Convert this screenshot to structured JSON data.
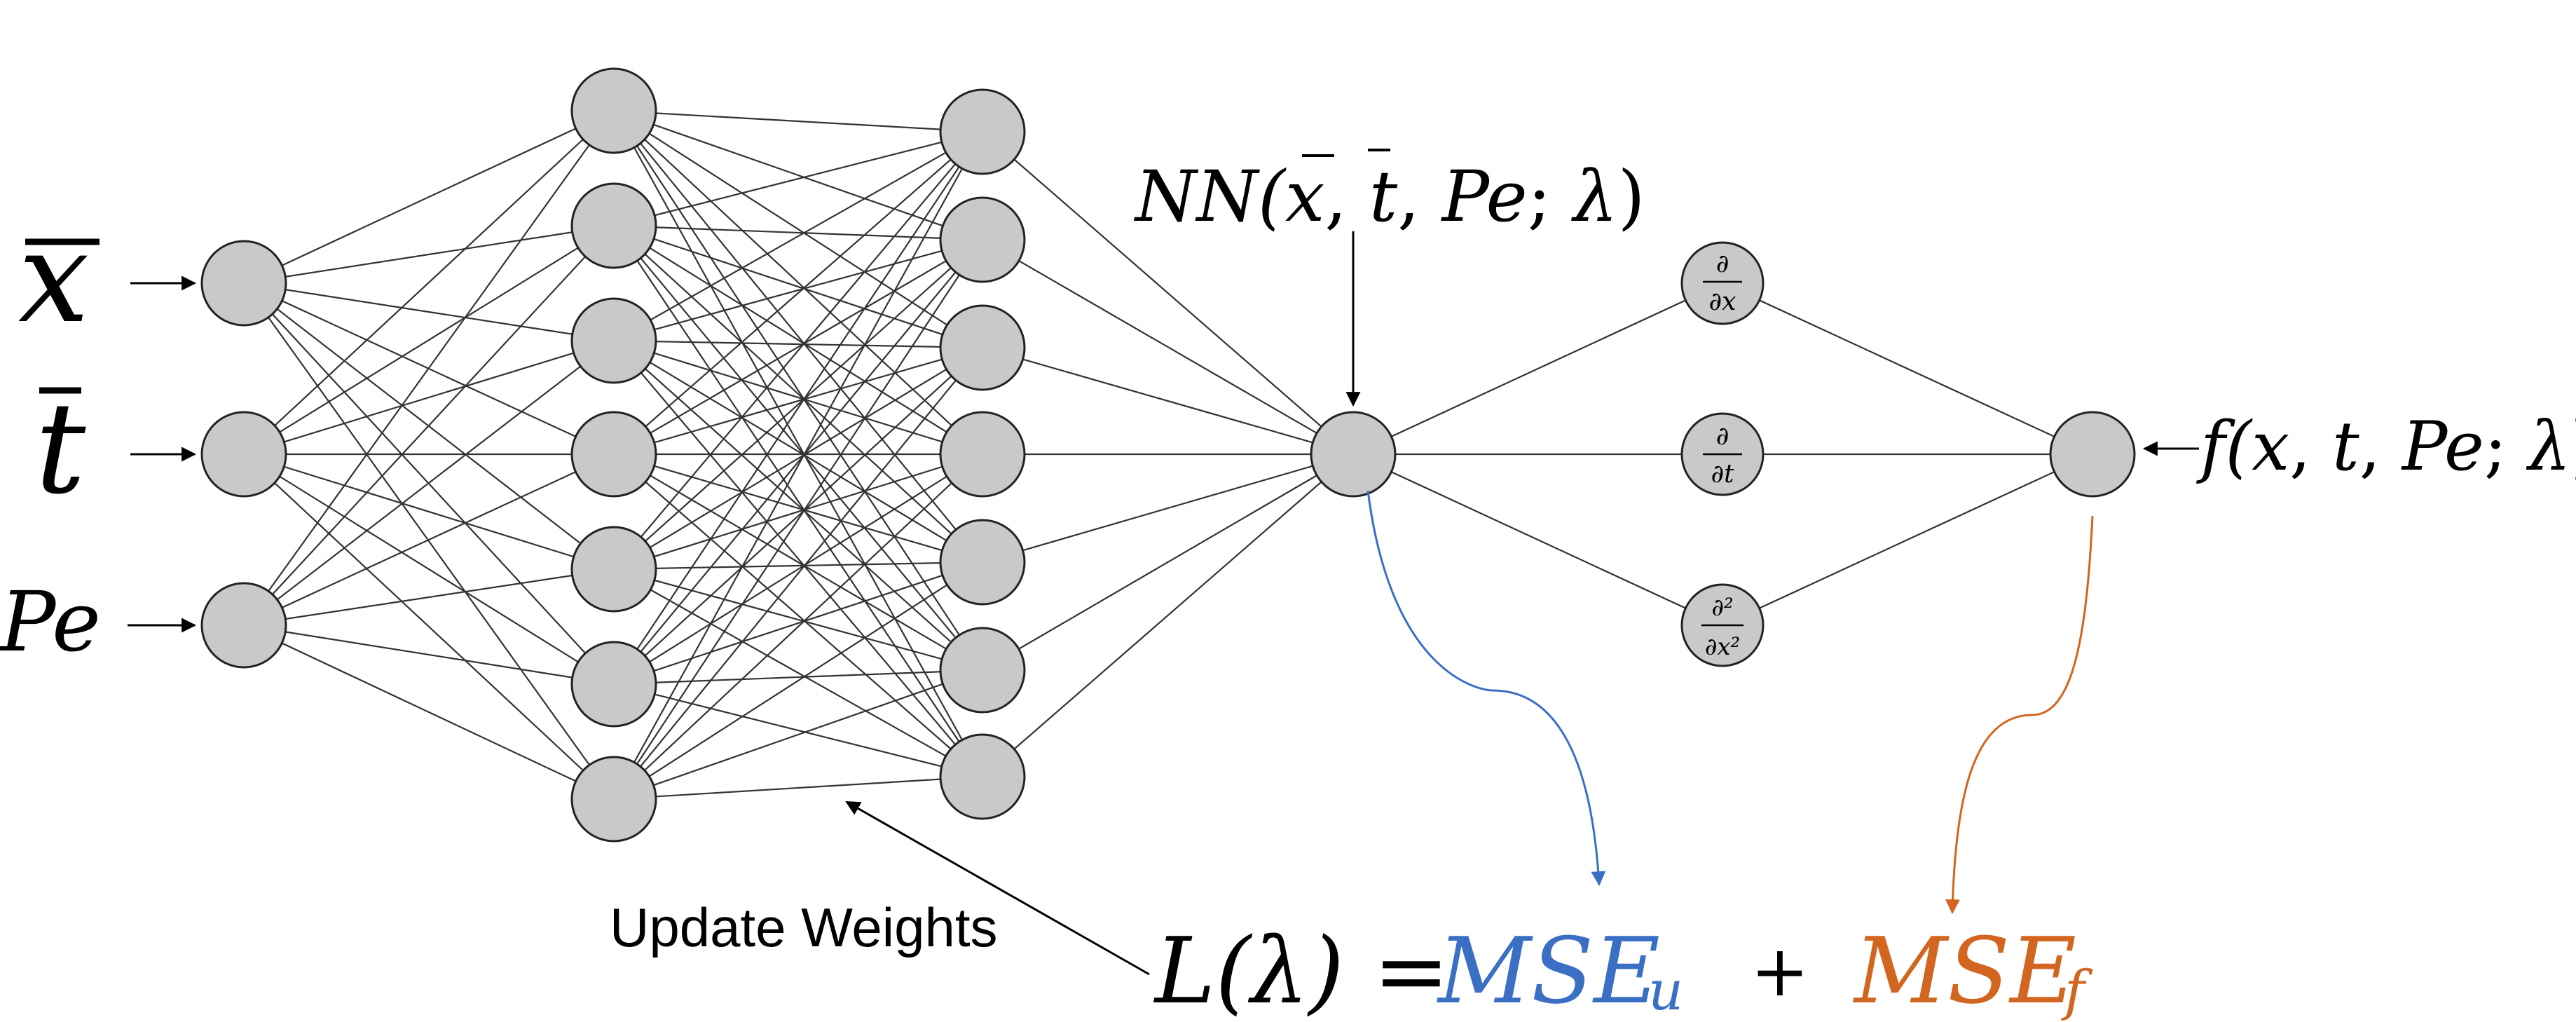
{
  "inputs": {
    "x": "x",
    "t": "t",
    "pe": "Pe"
  },
  "network_output_label": {
    "nn": "NN(",
    "x": "x",
    "sep1": ", ",
    "t": "t",
    "sep2": ", ",
    "pe": "Pe",
    "semi": "; ",
    "lambda": "λ",
    "close": ")"
  },
  "derivative_nodes": {
    "d_dx": {
      "num": "∂",
      "den": "∂x"
    },
    "d_dt": {
      "num": "∂",
      "den": "∂t"
    },
    "d2_dx2": {
      "num": "∂²",
      "den": "∂x²"
    }
  },
  "residual_label": {
    "f": "f(",
    "x": "x",
    "sep1": ", ",
    "t": "t",
    "sep2": ", ",
    "pe": "Pe",
    "semi": "; ",
    "lambda": "λ",
    "close": ")"
  },
  "update_weights": "Update Weights",
  "loss": {
    "lhs": "L(λ) =",
    "mse_u": "MSE",
    "mse_u_sub": "u",
    "plus": "+",
    "mse_f": "MSE",
    "mse_f_sub": "f"
  },
  "colors": {
    "node_fill": "#c9c9c9",
    "mse_u": "#3a6fc4",
    "mse_f": "#d2651f"
  }
}
